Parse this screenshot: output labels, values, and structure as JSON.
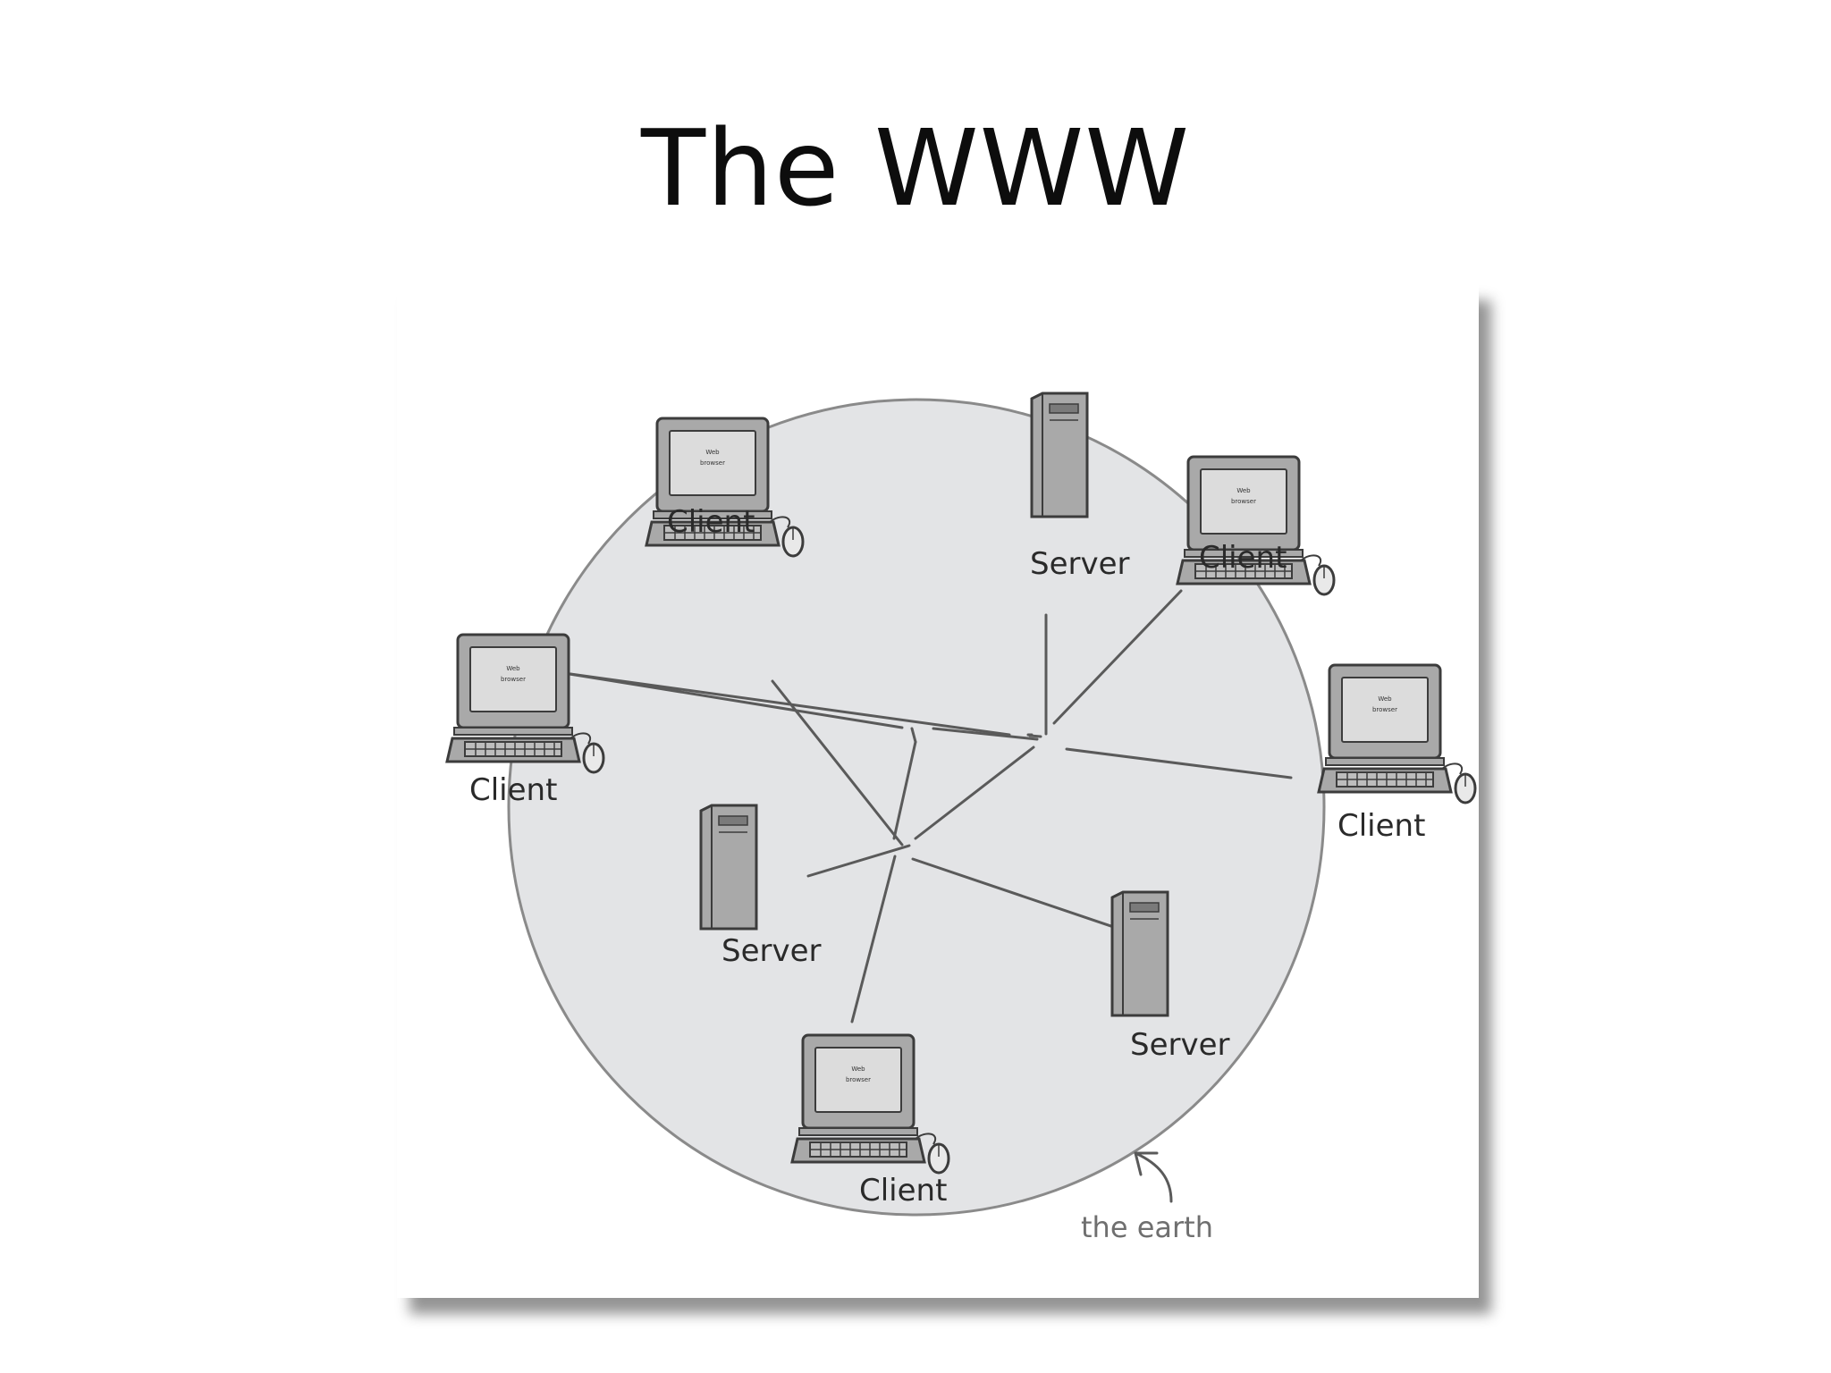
{
  "slide": {
    "title": "The WWW"
  },
  "diagram": {
    "colors": {
      "earth_fill": "#e3e4e6",
      "earth_stroke": "#8a8a8a",
      "device_fill": "#a9a9a9",
      "device_stroke": "#3c3c3c",
      "screen_fill": "#dcdcdc",
      "link_stroke": "#5a5a5a"
    },
    "nodes": [
      {
        "id": "client-1",
        "kind": "client",
        "label": "Client",
        "screen_text": [
          "Web",
          "browser"
        ]
      },
      {
        "id": "server-1",
        "kind": "server",
        "label": "Server"
      },
      {
        "id": "client-2",
        "kind": "client",
        "label": "Client",
        "screen_text": [
          "Web",
          "browser"
        ]
      },
      {
        "id": "client-3",
        "kind": "client",
        "label": "Client",
        "screen_text": [
          "Web",
          "browser"
        ]
      },
      {
        "id": "client-4",
        "kind": "client",
        "label": "Client",
        "screen_text": [
          "Web",
          "browser"
        ]
      },
      {
        "id": "server-2",
        "kind": "server",
        "label": "Server"
      },
      {
        "id": "server-3",
        "kind": "server",
        "label": "Server"
      },
      {
        "id": "client-5",
        "kind": "client",
        "label": "Client",
        "screen_text": [
          "Web",
          "browser"
        ]
      }
    ],
    "earth_label": "the earth",
    "icons": {
      "client": "desktop-computer-icon",
      "server": "server-tower-icon",
      "pointer": "curved-arrow-icon"
    }
  }
}
